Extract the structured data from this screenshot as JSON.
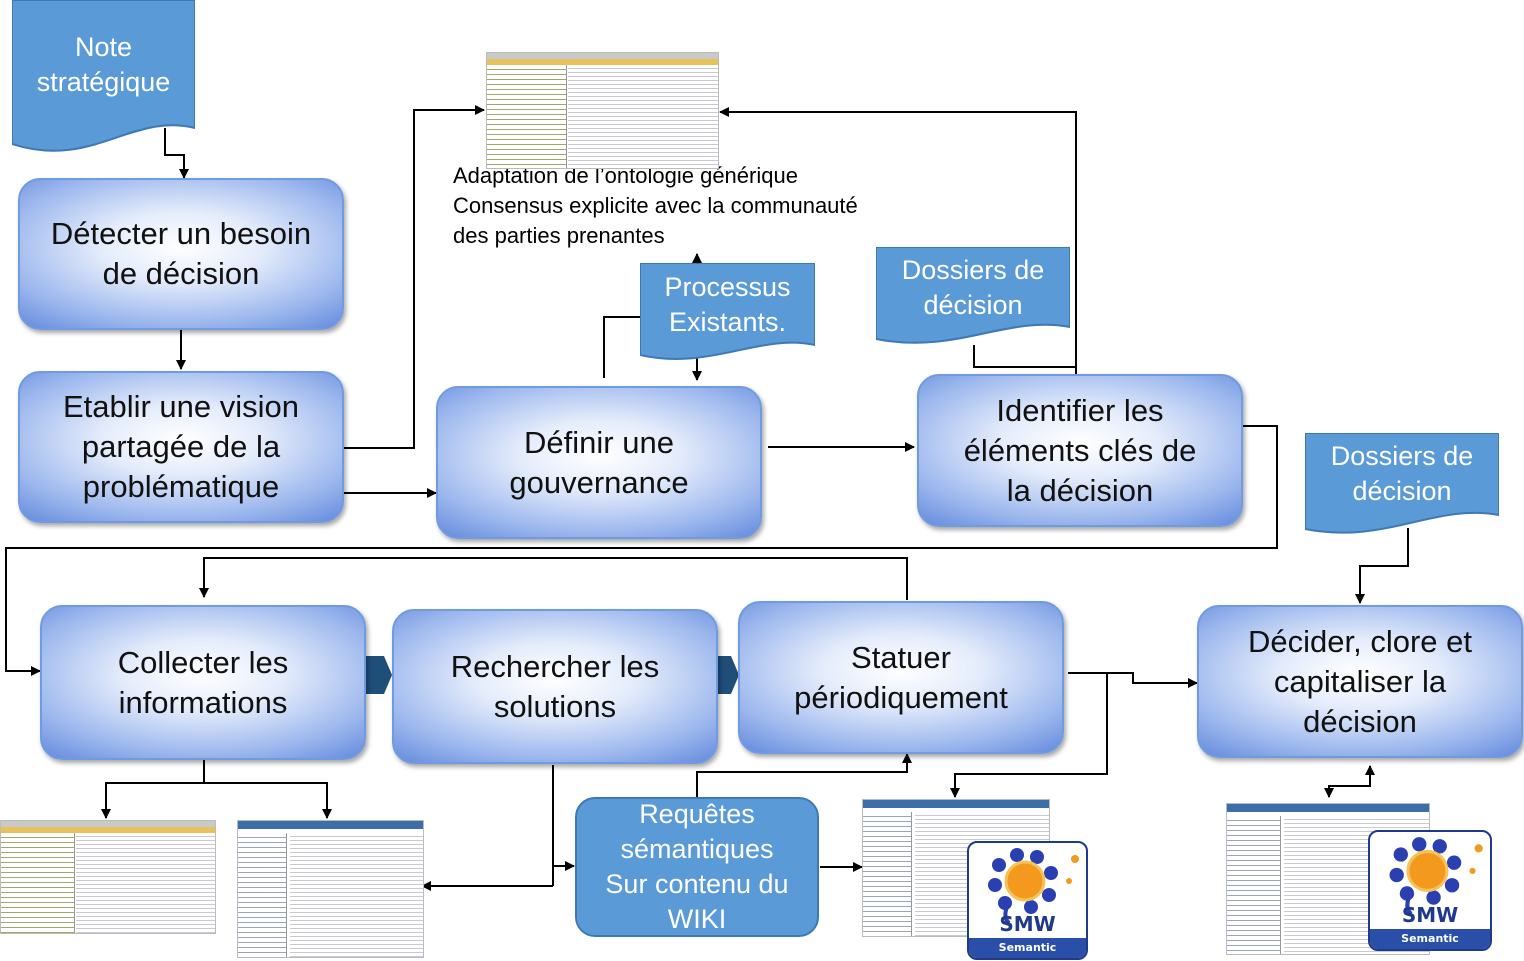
{
  "documents": {
    "note": "Note\nstratégique",
    "processus": "Processus\nExistants.",
    "dossiers1": "Dossiers de\ndécision",
    "dossiers2": "Dossiers de\ndécision"
  },
  "steps": {
    "detecter": "Détecter un besoin\nde décision",
    "etablir": "Etablir une vision\npartagée de la\nproblématique",
    "definir": "Définir une\ngouvernance",
    "identifier": "Identifier les\néléments clés de\nla décision",
    "collecter": "Collecter les\ninformations",
    "rechercher": "Rechercher les\nsolutions",
    "statuer": "Statuer\npériodiquement",
    "decider": "Décider, clore et\ncapitaliser la\ndécision"
  },
  "requetes": "Requêtes\nsémantiques\nSur contenu du\nWIKI",
  "annotation": [
    "Adaptation de l’ontologie générique",
    "Consensus explicite avec la communauté",
    "des parties prenantes"
  ],
  "smw": {
    "logo_text": "SMW",
    "caption": "Semantic MediaWiki"
  },
  "colors": {
    "node_edge": "#4f79d6",
    "doc_fill": "#5a9ad6",
    "chevron": "#1f4e79",
    "line": "#000000"
  }
}
